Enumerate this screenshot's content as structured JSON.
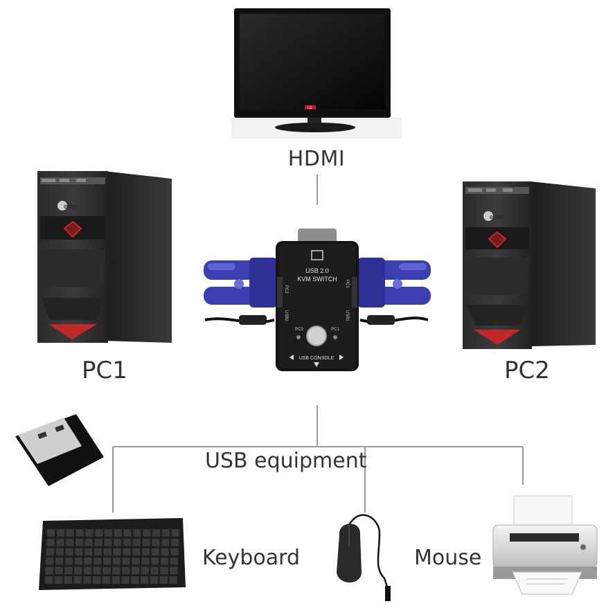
{
  "labels": {
    "hdmi": "HDMI",
    "pc1": "PC1",
    "pc2": "PC2",
    "usb_equipment": "USB equipment",
    "keyboard": "Keyboard",
    "mouse": "Mouse"
  },
  "monitor": {
    "brand": "LG"
  },
  "pc": {
    "brand": "enter"
  },
  "kvm": {
    "title_line1": "USB 2.0",
    "title_line2": "KVM SWITCH",
    "port_left": "PC2",
    "port_right": "PC1",
    "usb_left": "USB2",
    "usb_right": "USB1",
    "led_left": "PC2",
    "led_right": "PC1",
    "console": "USB CONSOLE"
  },
  "colors": {
    "vga_cable": "#3b3fb0",
    "pc_accent": "#c0282a",
    "line": "#999999"
  }
}
